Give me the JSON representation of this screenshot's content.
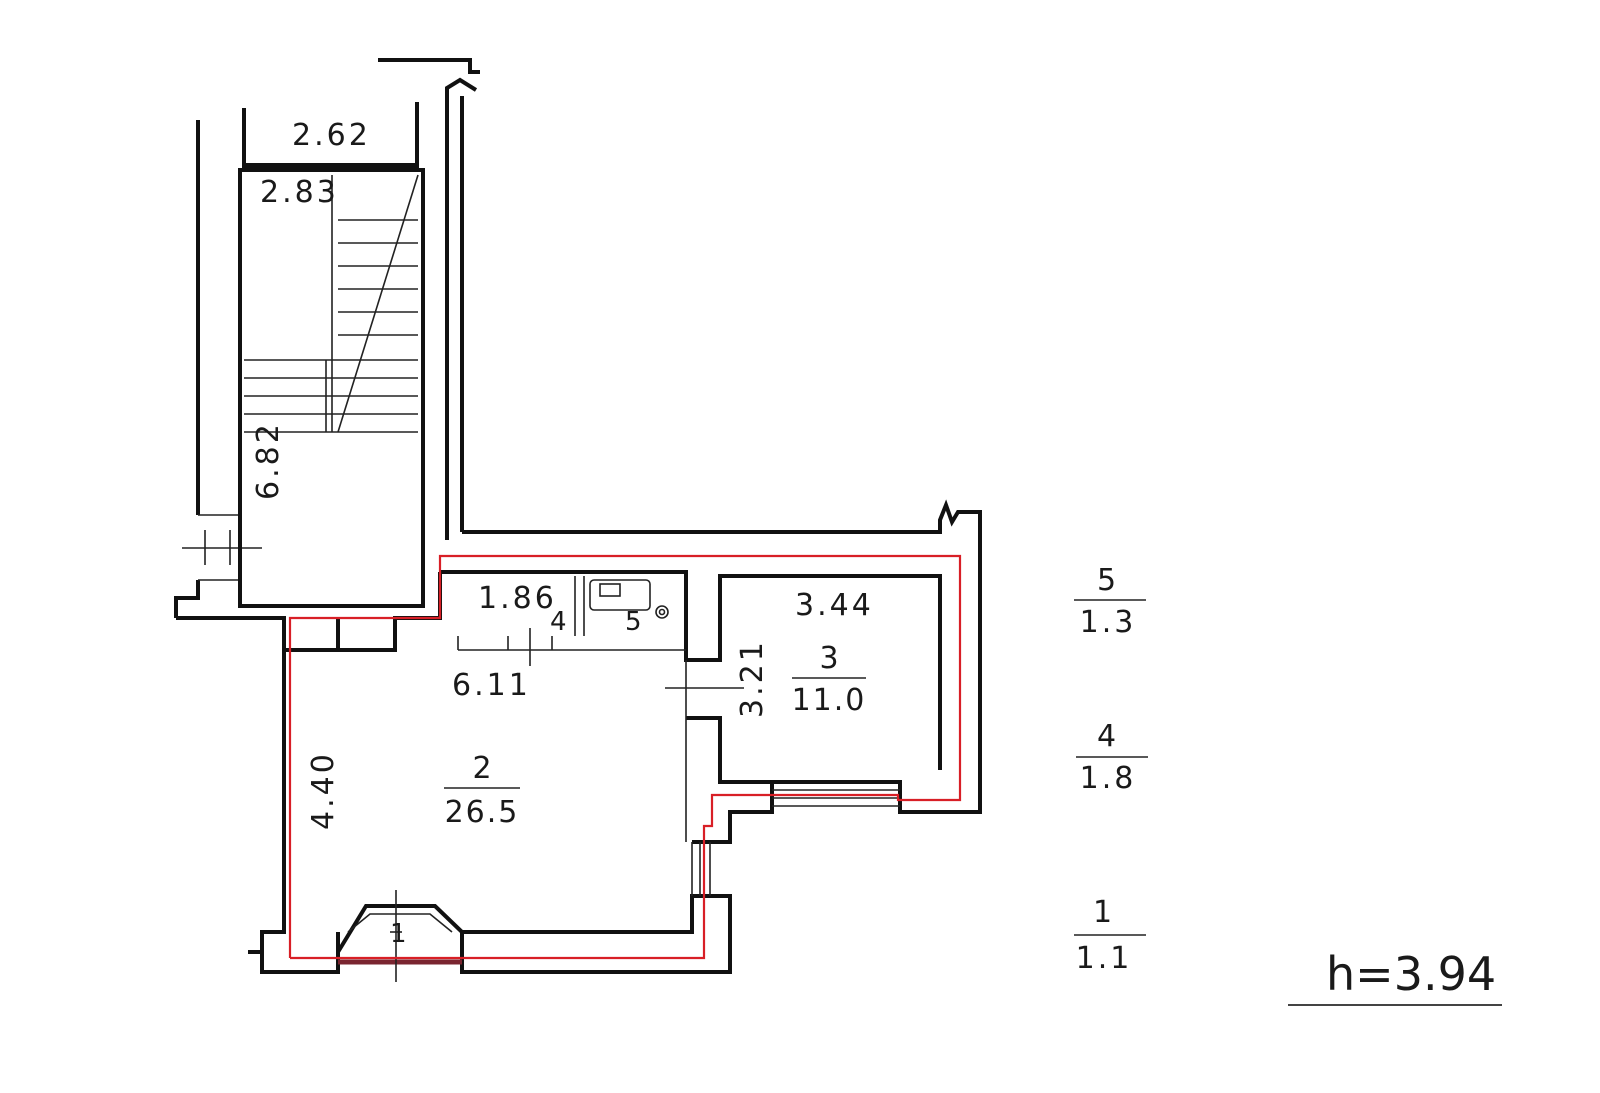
{
  "plan": {
    "dimensions": {
      "stair_top": "2.62",
      "stair_inner": "2.83",
      "stair_length": "6.82",
      "corridor": "1.86",
      "main_width": "6.11",
      "main_length": "4.40",
      "room3_width": "3.44",
      "room3_length": "3.21"
    },
    "rooms": [
      {
        "id": "room-1",
        "number": "1"
      },
      {
        "id": "room-2",
        "number": "2",
        "area": "26.5"
      },
      {
        "id": "room-3",
        "number": "3",
        "area": "11.0"
      },
      {
        "id": "room-4",
        "number": "4"
      },
      {
        "id": "room-5",
        "number": "5"
      }
    ],
    "legend": [
      {
        "number": "5",
        "area": "1.3"
      },
      {
        "number": "4",
        "area": "1.8"
      },
      {
        "number": "1",
        "area": "1.1"
      }
    ],
    "ceiling_height": "h=3.94",
    "colors": {
      "wall": "#111111",
      "boundary": "#d81f26",
      "background": "#ffffff"
    }
  }
}
